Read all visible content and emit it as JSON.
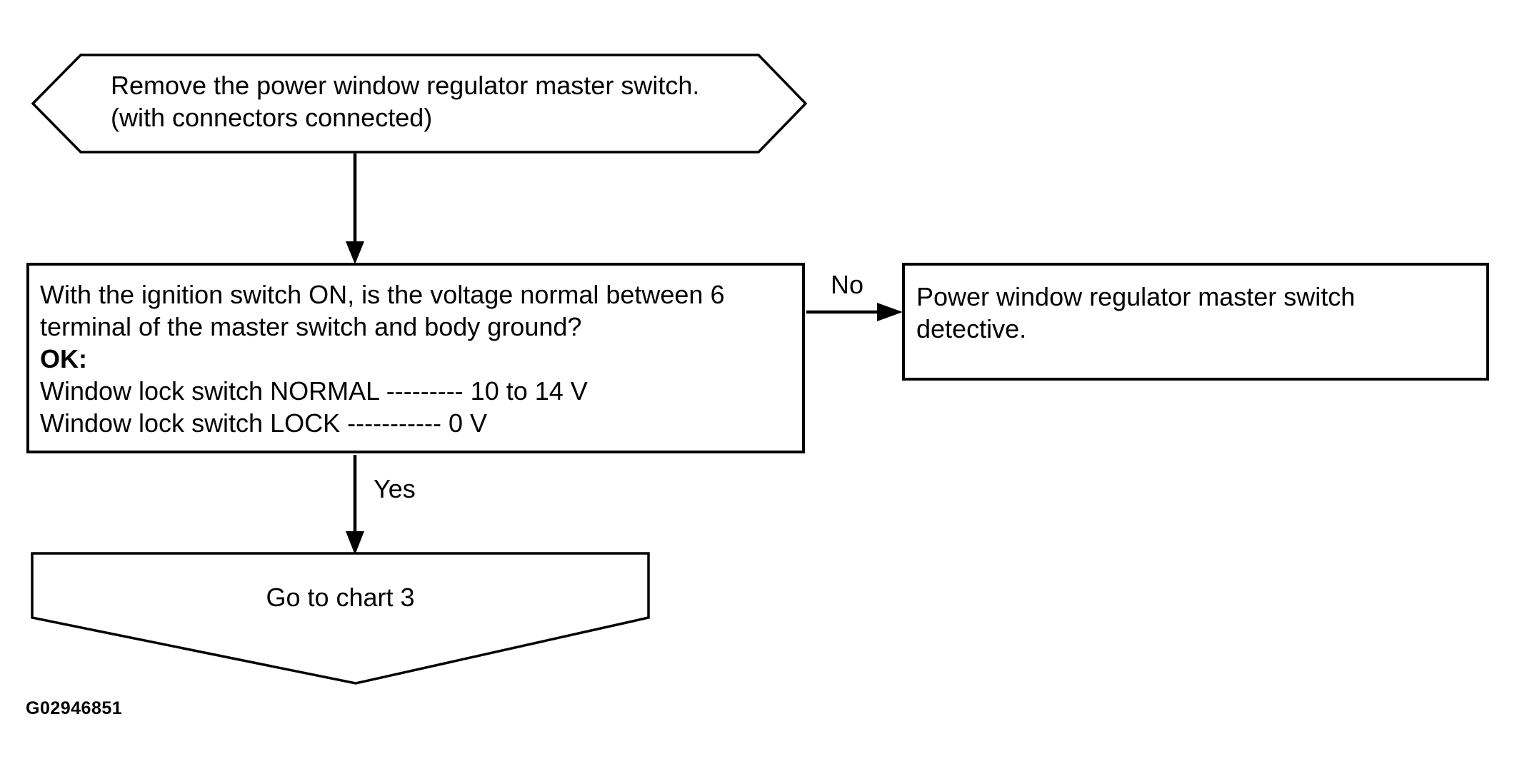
{
  "colors": {
    "line": "#000000",
    "background": "#ffffff"
  },
  "flowchart": {
    "start": {
      "line1": "Remove the power window regulator master switch.",
      "line2": "(with connectors connected)"
    },
    "decision": {
      "line1": "With the ignition switch ON, is the voltage normal between 6",
      "line2": "terminal of the master switch and body ground?",
      "ok_label": "OK:",
      "spec1": "Window  lock  switch  NORMAL  ---------  10  to  14  V",
      "spec2": "Window  lock  switch  LOCK  -----------  0  V"
    },
    "branches": {
      "no_label": "No",
      "yes_label": "Yes"
    },
    "no_result": {
      "line1": "Power window regulator master switch",
      "line2": "detective."
    },
    "yes_result": {
      "label": "Go to chart 3"
    },
    "figure_id": "G02946851"
  }
}
